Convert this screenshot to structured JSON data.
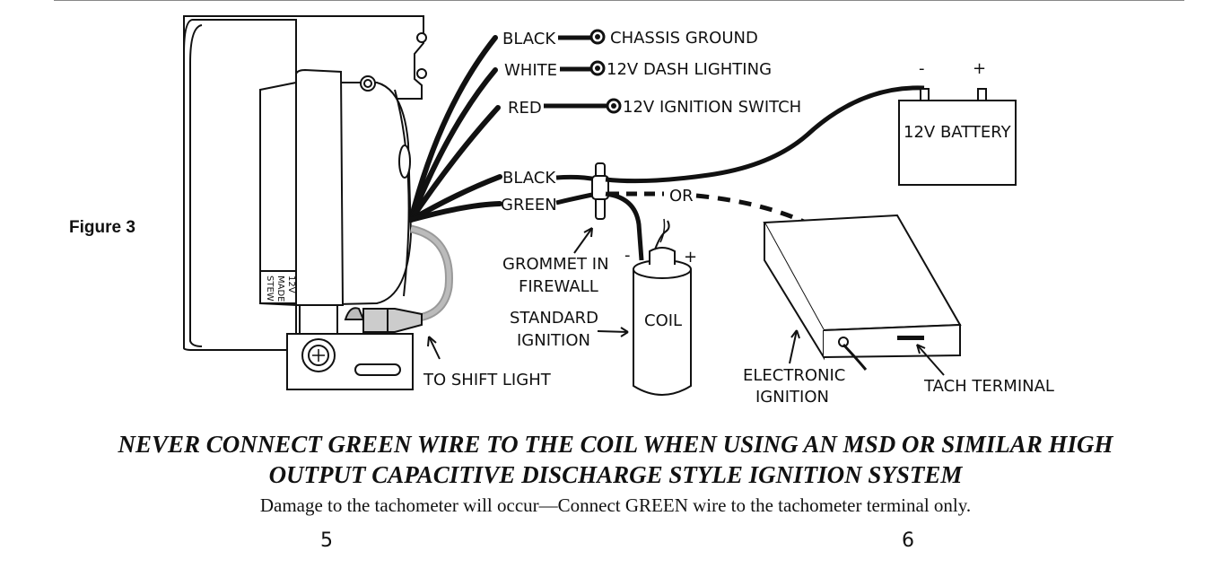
{
  "figure_label": "Figure 3",
  "gauge_face_text": [
    "12V",
    "MADE",
    "STEW"
  ],
  "wires": {
    "black_ground": "BLACK",
    "white": "WHITE",
    "red": "RED",
    "black_battery": "BLACK",
    "green": "GREEN"
  },
  "terminals": {
    "chassis_ground": "CHASSIS GROUND",
    "dash_lighting": "12V DASH LIGHTING",
    "ignition_switch": "12V IGNITION SWITCH"
  },
  "battery": {
    "label": "12V BATTERY",
    "minus": "-",
    "plus": "+"
  },
  "or_label": "OR",
  "grommet_label": [
    "GROMMET IN",
    "FIREWALL"
  ],
  "coil": {
    "label": "COIL",
    "minus": "-",
    "plus": "+"
  },
  "standard_ignition_label": [
    "STANDARD",
    "IGNITION"
  ],
  "electronic_ignition_label": [
    "ELECTRONIC",
    "IGNITION"
  ],
  "tach_terminal_label": "TACH TERMINAL",
  "shift_light_label": "TO SHIFT LIGHT",
  "warning_lines": [
    "NEVER CONNECT GREEN WIRE TO THE COIL WHEN USING AN MSD OR SIMILAR HIGH",
    "OUTPUT CAPACITIVE DISCHARGE STYLE IGNITION SYSTEM"
  ],
  "note": "Damage to the tachometer will occur—Connect GREEN wire to the tachometer terminal only.",
  "page_numbers": {
    "left": "5",
    "right": "6"
  }
}
